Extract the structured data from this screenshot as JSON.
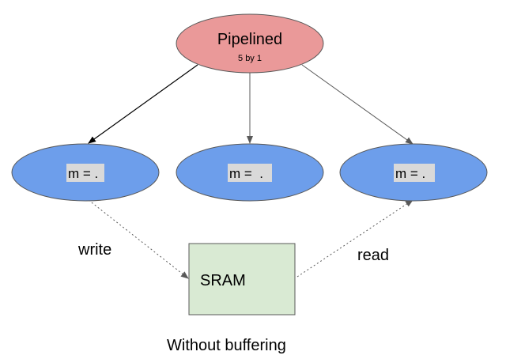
{
  "diagram": {
    "top_node": {
      "title": "Pipelined",
      "subtitle": "5 by 1"
    },
    "m_nodes": [
      {
        "label": "m = ."
      },
      {
        "label": "m =  ."
      },
      {
        "label": "m = ."
      }
    ],
    "sram": {
      "label": "SRAM"
    },
    "edge_labels": {
      "write": "write",
      "read": "read"
    },
    "caption": "Without buffering"
  },
  "colors": {
    "top_fill": "#ea9999",
    "node_fill": "#6d9eeb",
    "label_bg": "#d9d9d9",
    "sram_fill": "#d9ead3",
    "stroke": "#595959"
  }
}
